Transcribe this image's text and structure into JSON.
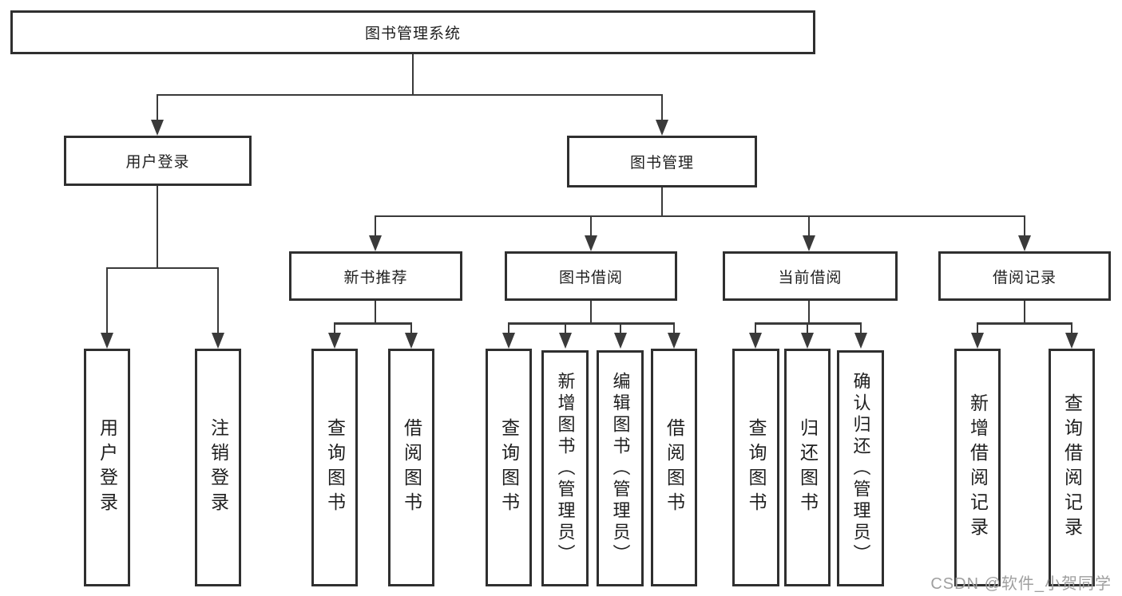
{
  "nodes": {
    "root": "图书管理系统",
    "branch_user_login": "用户登录",
    "branch_book_mgmt": "图书管理",
    "cat_new_books": "新书推荐",
    "cat_book_borrow": "图书借阅",
    "cat_current_borrow": "当前借阅",
    "cat_borrow_records": "借阅记录",
    "leaf_user_login": "用户登录",
    "leaf_logout": "注销登录",
    "leaf_nb_query_books": "查询图书",
    "leaf_nb_borrow_books": "借阅图书",
    "leaf_bb_query_books": "查询图书",
    "leaf_bb_add_books": "新增图书（管理员）",
    "leaf_bb_edit_books": "编辑图书（管理员）",
    "leaf_bb_borrow_books": "借阅图书",
    "leaf_cb_query_books": "查询图书",
    "leaf_cb_return_books": "归还图书",
    "leaf_cb_confirm_return": "确认归还（管理员）",
    "leaf_rec_add_record": "新增借阅记录",
    "leaf_rec_query_record": "查询借阅记录"
  },
  "hierarchy": {
    "图书管理系统": {
      "用户登录": [
        "用户登录",
        "注销登录"
      ],
      "图书管理": {
        "新书推荐": [
          "查询图书",
          "借阅图书"
        ],
        "图书借阅": [
          "查询图书",
          "新增图书（管理员）",
          "编辑图书（管理员）",
          "借阅图书"
        ],
        "当前借阅": [
          "查询图书",
          "归还图书",
          "确认归还（管理员）"
        ],
        "借阅记录": [
          "新增借阅记录",
          "查询借阅记录"
        ]
      }
    }
  },
  "watermark": "CSDN @软件_小贺同学",
  "colors": {
    "line": "#3a3a3a",
    "border": "#2f2f2f",
    "text": "#1f1f1f",
    "watermark": "#9f9f9f",
    "background": "#ffffff"
  }
}
